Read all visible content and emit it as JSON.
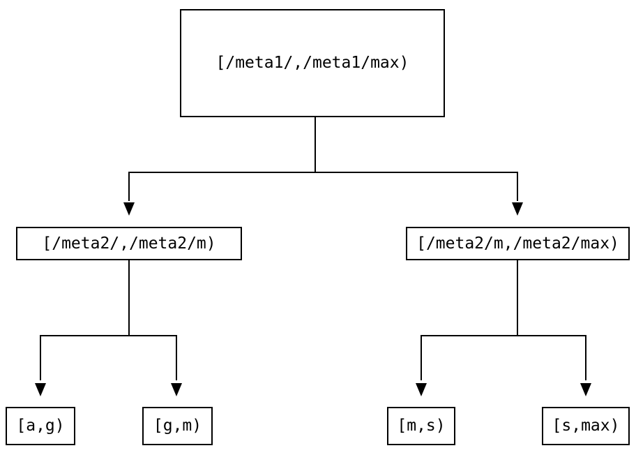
{
  "colors": {
    "line": "#000000",
    "box_border": "#000000",
    "box_fill": "#ffffff",
    "text": "#000000",
    "background": "#ffffff"
  },
  "tree": {
    "root": {
      "label": "[/meta1/,/meta1/max)"
    },
    "children": [
      {
        "label": "[/meta2/,/meta2/m)",
        "children": [
          {
            "label": "[a,g)"
          },
          {
            "label": "[g,m)"
          }
        ]
      },
      {
        "label": "[/meta2/m,/meta2/max)",
        "children": [
          {
            "label": "[m,s)"
          },
          {
            "label": "[s,max)"
          }
        ]
      }
    ]
  }
}
